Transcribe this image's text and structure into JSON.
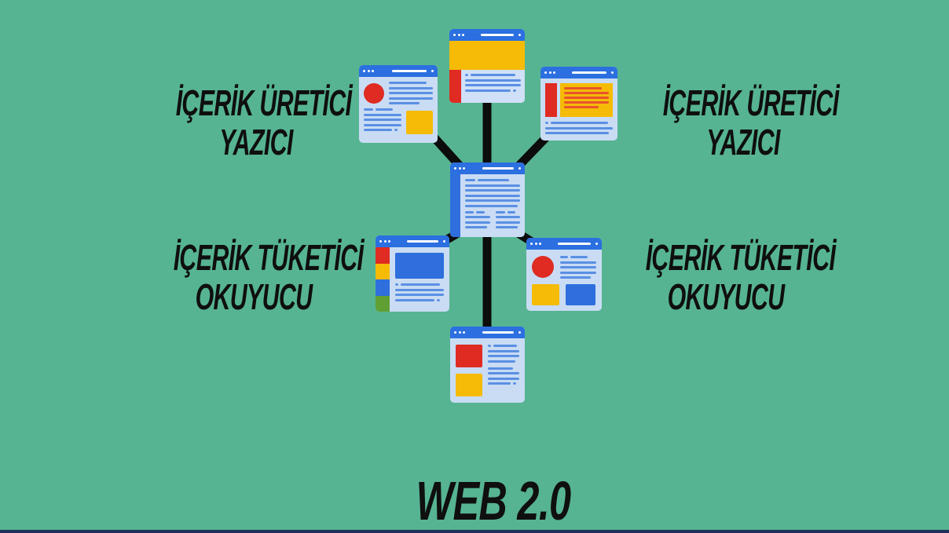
{
  "title": {
    "text": "WEB 2.0"
  },
  "labels": [
    {
      "id": "top-left",
      "line1": "İÇERİK ÜRETİCİ",
      "line2": "YAZICI"
    },
    {
      "id": "top-right",
      "line1": "İÇERİK ÜRETİCİ",
      "line2": "YAZICI"
    },
    {
      "id": "mid-left",
      "line1": "İÇERİK TÜKETİCİ",
      "line2": "OKUYUCU"
    },
    {
      "id": "mid-right",
      "line1": "İÇERİK TÜKETİCİ",
      "line2": "OKUYUCU"
    }
  ],
  "diagram": {
    "type": "hub-and-spoke network of website windows",
    "hub": "central-website-window",
    "nodes": [
      "article-window-top-left",
      "banner-website-window-top-center",
      "highlight-article-window-top-right",
      "gallery-window-mid-left",
      "media-window-mid-right",
      "cards-window-bottom"
    ]
  },
  "colors": {
    "background": "#56b492",
    "connector": "#0c0c0c",
    "text": "#0f0f0f",
    "titlebar_blue": "#2b6fe0",
    "window_body": "#c9dcf4",
    "panel_light": "#cfe0f7",
    "line_blue": "#5a8fe4",
    "red": "#df2b22",
    "yellow": "#f5bb07",
    "orange_line": "#e8542b",
    "green": "#5f9f33",
    "blue_block": "#2e6fdd",
    "bottom_edge": "#20305a"
  }
}
